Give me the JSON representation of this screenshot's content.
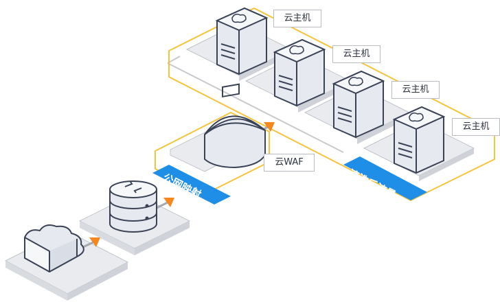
{
  "diagram": {
    "labels": {
      "host_1": "云主机",
      "host_2": "云主机",
      "host_3": "云主机",
      "host_4": "云主机",
      "waf": "云WAF",
      "band_public": "公网映射",
      "band_clean": "清洗后流量"
    },
    "colors": {
      "accent_blue": "#1f8ee6",
      "arrow_orange": "#f5871f",
      "zone_yellow": "#f6c33c",
      "device_outline": "#3a4256",
      "device_fill": "#e6e9ef",
      "platform_fill": "#e9ebee"
    },
    "icons": {
      "cloud_source": "cloud-shape-icon",
      "router": "router-cylinder-icon",
      "waf": "waf-shield-icon",
      "host": "server-tower-icon"
    }
  }
}
